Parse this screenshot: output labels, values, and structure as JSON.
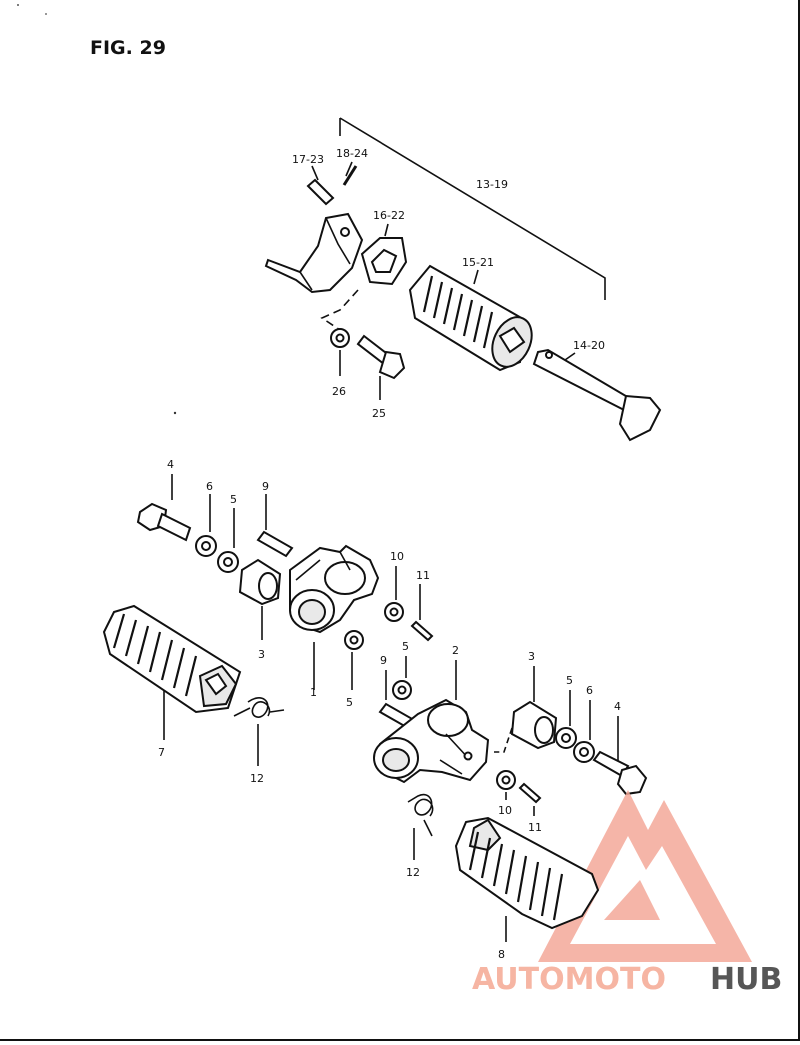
{
  "figure": {
    "title": "FIG. 29"
  },
  "colors": {
    "ink": "#111111",
    "watermark_accent": "#f08a78",
    "watermark_dark": "#565656"
  },
  "callouts": {
    "c13_19": "13-19",
    "c17_23": "17-23",
    "c18_24": "18-24",
    "c16_22": "16-22",
    "c15_21": "15-21",
    "c14_20": "14-20",
    "c26": "26",
    "c25": "25",
    "c4_left": "4",
    "c6_left": "6",
    "c5_left_top": "5",
    "c9_left": "9",
    "c10_upper": "10",
    "c11_upper": "11",
    "c3_left": "3",
    "c1": "1",
    "c5_left_bottom": "5",
    "c7": "7",
    "c12_left": "12",
    "c9_right": "9",
    "c5_right_top": "5",
    "c2": "2",
    "c3_right": "3",
    "c5_right": "5",
    "c6_right": "6",
    "c4_right": "4",
    "c10_lower": "10",
    "c11_lower": "11",
    "c12_right": "12",
    "c8": "8"
  },
  "watermark": {
    "part1": "AUTOMOTO",
    "part2": "HUB",
    "icon": "triangle-m-logo"
  }
}
